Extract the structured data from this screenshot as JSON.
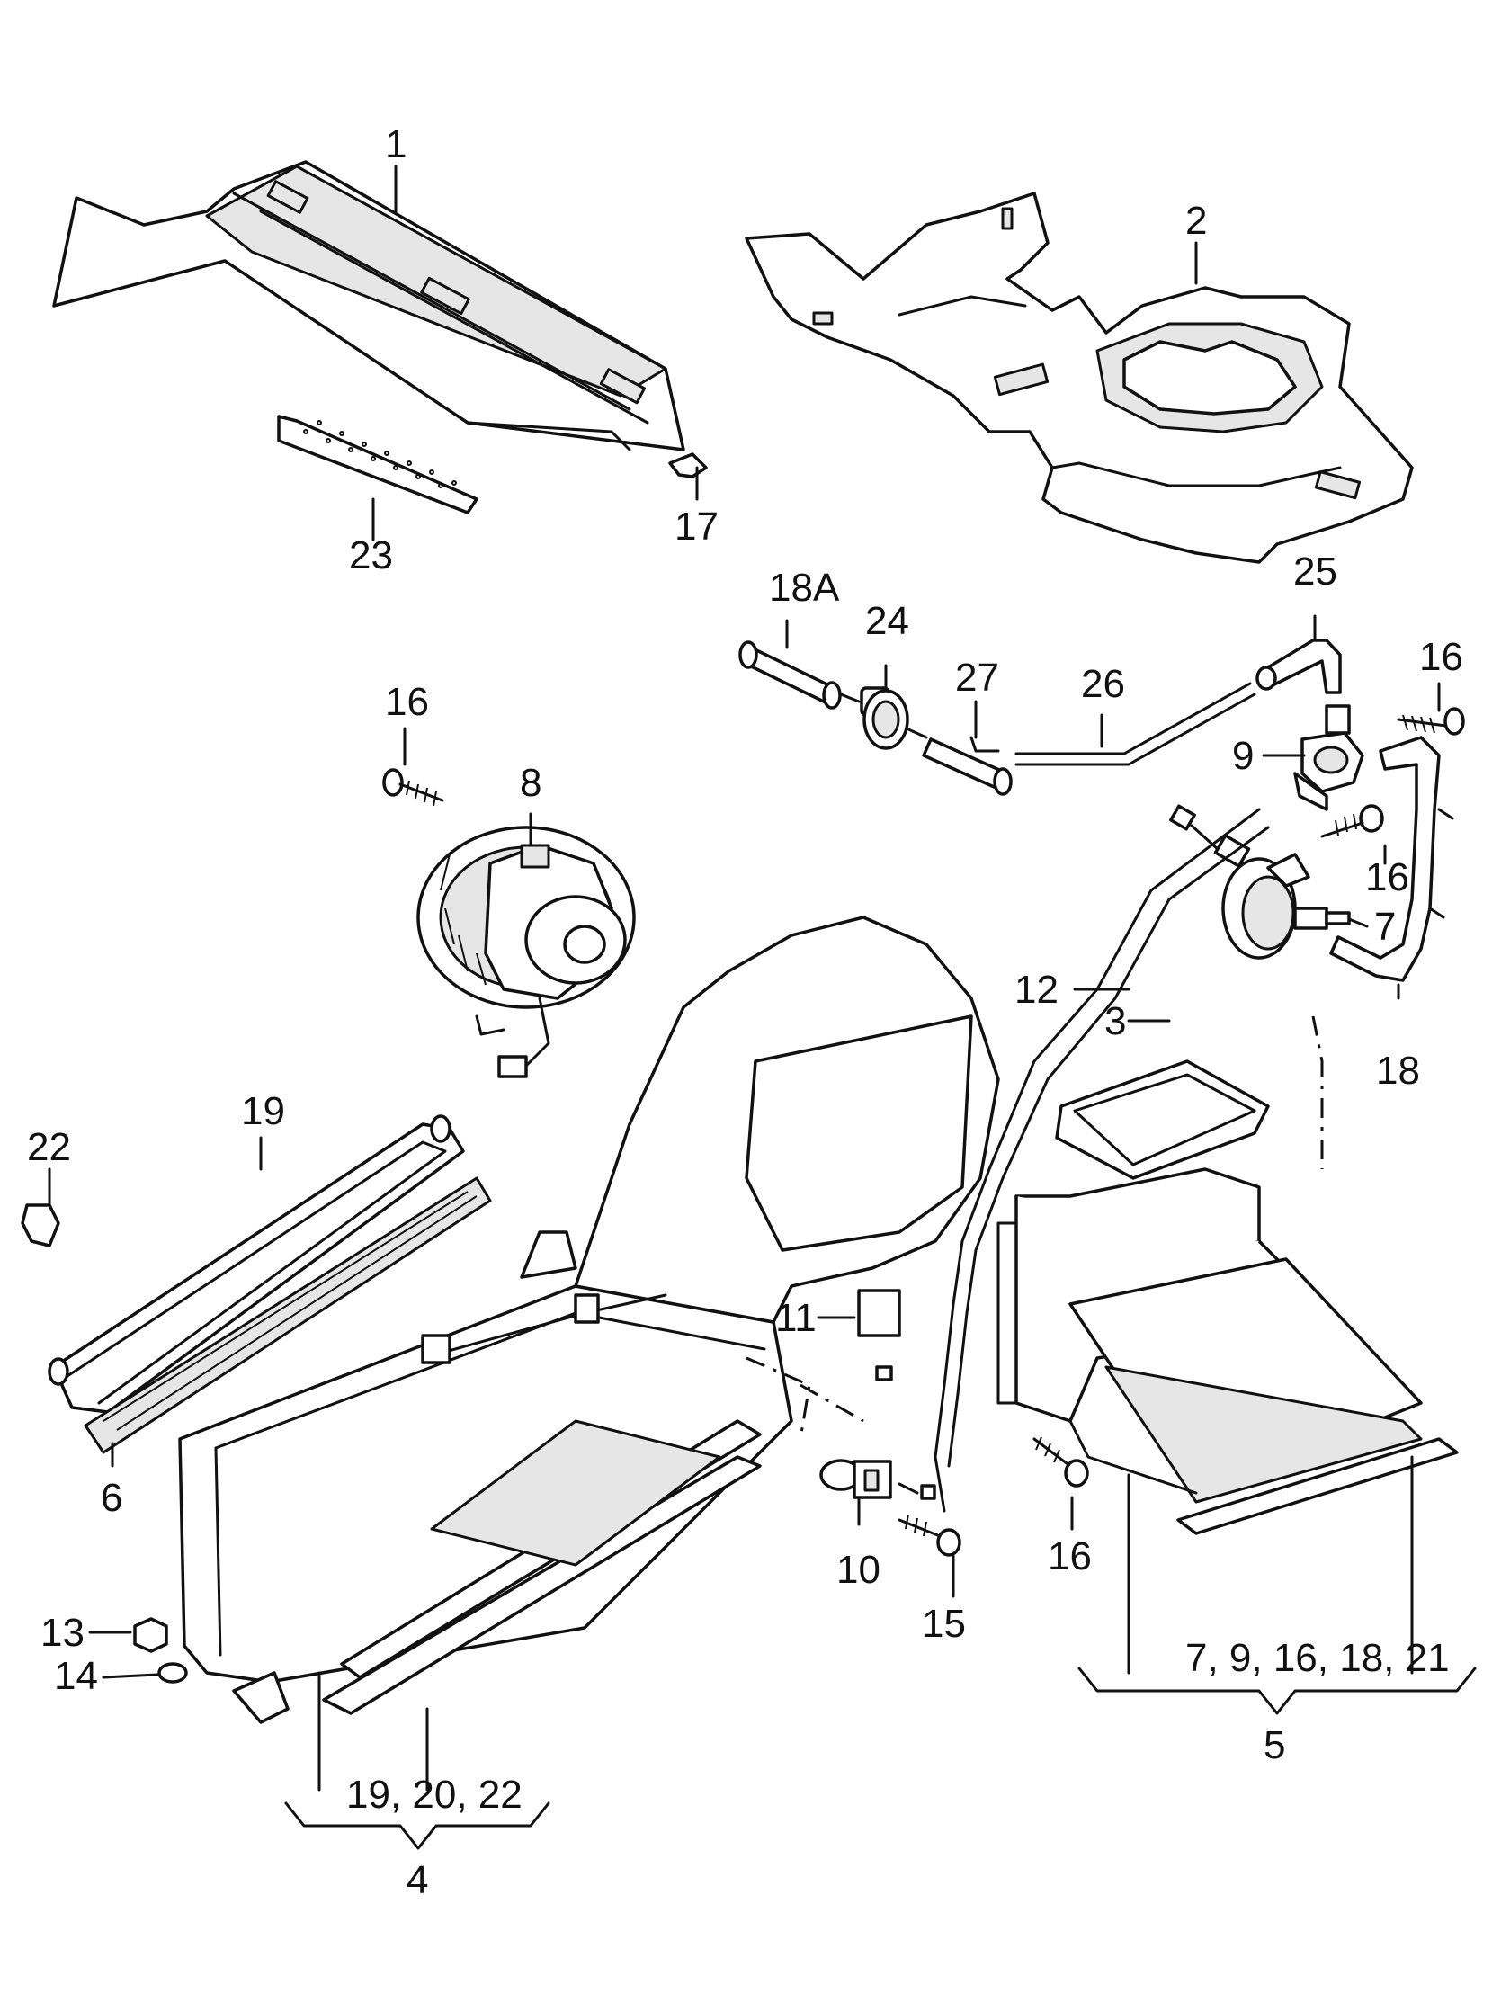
{
  "labels": {
    "l1": "1",
    "l2": "2",
    "l23": "23",
    "l17": "17",
    "l18a": "18A",
    "l24": "24",
    "l27": "27",
    "l26": "26",
    "l25": "25",
    "l16a": "16",
    "l16b": "16",
    "l16c": "16",
    "l16d": "16",
    "l8": "8",
    "l9": "9",
    "l7": "7",
    "l12": "12",
    "l3": "3",
    "l18": "18",
    "l19": "19",
    "l22": "22",
    "l6": "6",
    "l11": "11",
    "l10": "10",
    "l15": "15",
    "l13": "13",
    "l14": "14",
    "l5": "5",
    "l4": "4",
    "group5": "7, 9, 16, 18, 21",
    "group4": "19, 20,  22"
  },
  "colors": {
    "line": "#111111",
    "background": "#ffffff",
    "fill_light": "#e6e6e6"
  }
}
